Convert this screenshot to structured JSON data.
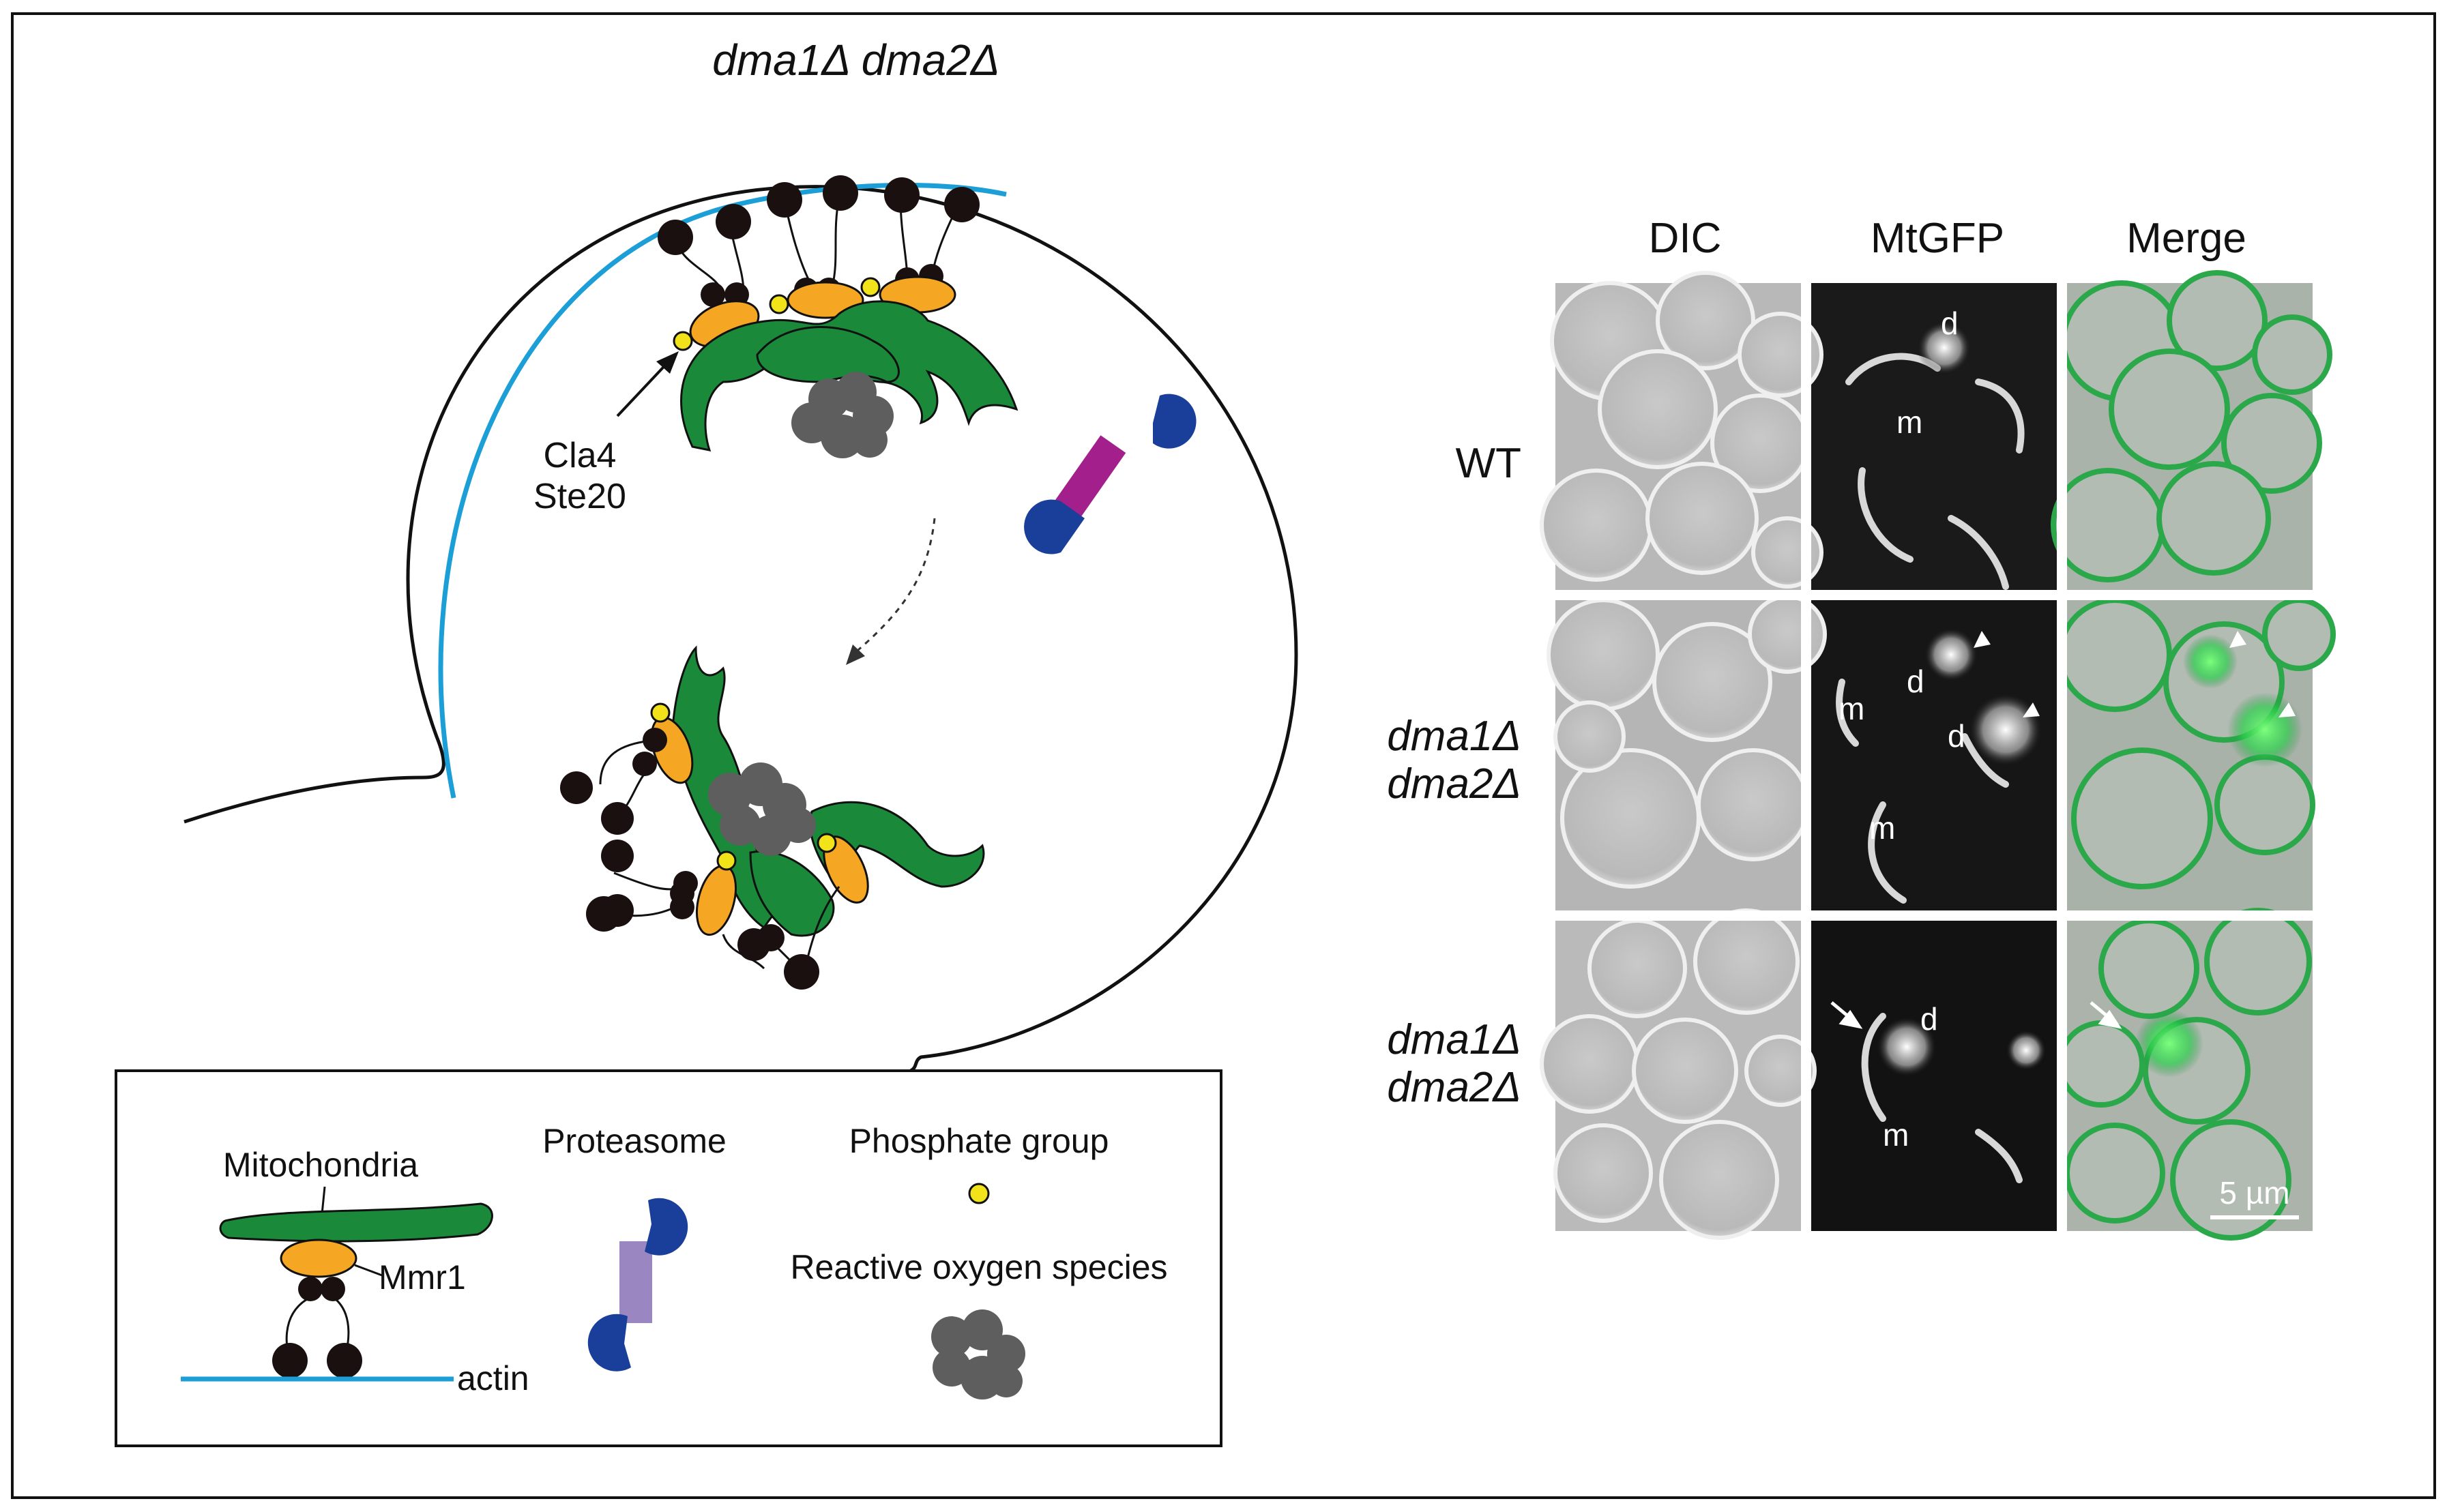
{
  "title": "dma1Δ dma2Δ",
  "diagram": {
    "kinase_label_line1": "Cla4",
    "kinase_label_line2": "Ste20"
  },
  "legend": {
    "mitochondria": "Mitochondria",
    "mmr1": "Mmr1",
    "actin": "actin",
    "proteasome": "Proteasome",
    "phosphate": "Phosphate group",
    "ros": "Reactive oxygen species"
  },
  "micrograph": {
    "columns": [
      "DIC",
      "MtGFP",
      "Merge"
    ],
    "rows": [
      {
        "line1": "WT",
        "line2": ""
      },
      {
        "line1": "dma1Δ",
        "line2": "dma2Δ"
      },
      {
        "line1": "dma1Δ",
        "line2": "dma2Δ"
      }
    ],
    "marks": {
      "r1": [
        "d",
        "m"
      ],
      "r2": [
        "m",
        "d",
        "d",
        "m"
      ],
      "r3": [
        "d",
        "m"
      ]
    },
    "scale_bar": "5 µm"
  },
  "colors": {
    "mitochondria": "#1a8a3a",
    "mmr1": "#f5a623",
    "actin": "#1b9fd6",
    "phosphate": "#f2e21a",
    "myosin": "#1a1010",
    "ros": "#5e5e5e",
    "proteasome_cap": "#1a3f9a",
    "proteasome_core_active": "#a3208c",
    "proteasome_core_legend": "#9a86c0"
  }
}
